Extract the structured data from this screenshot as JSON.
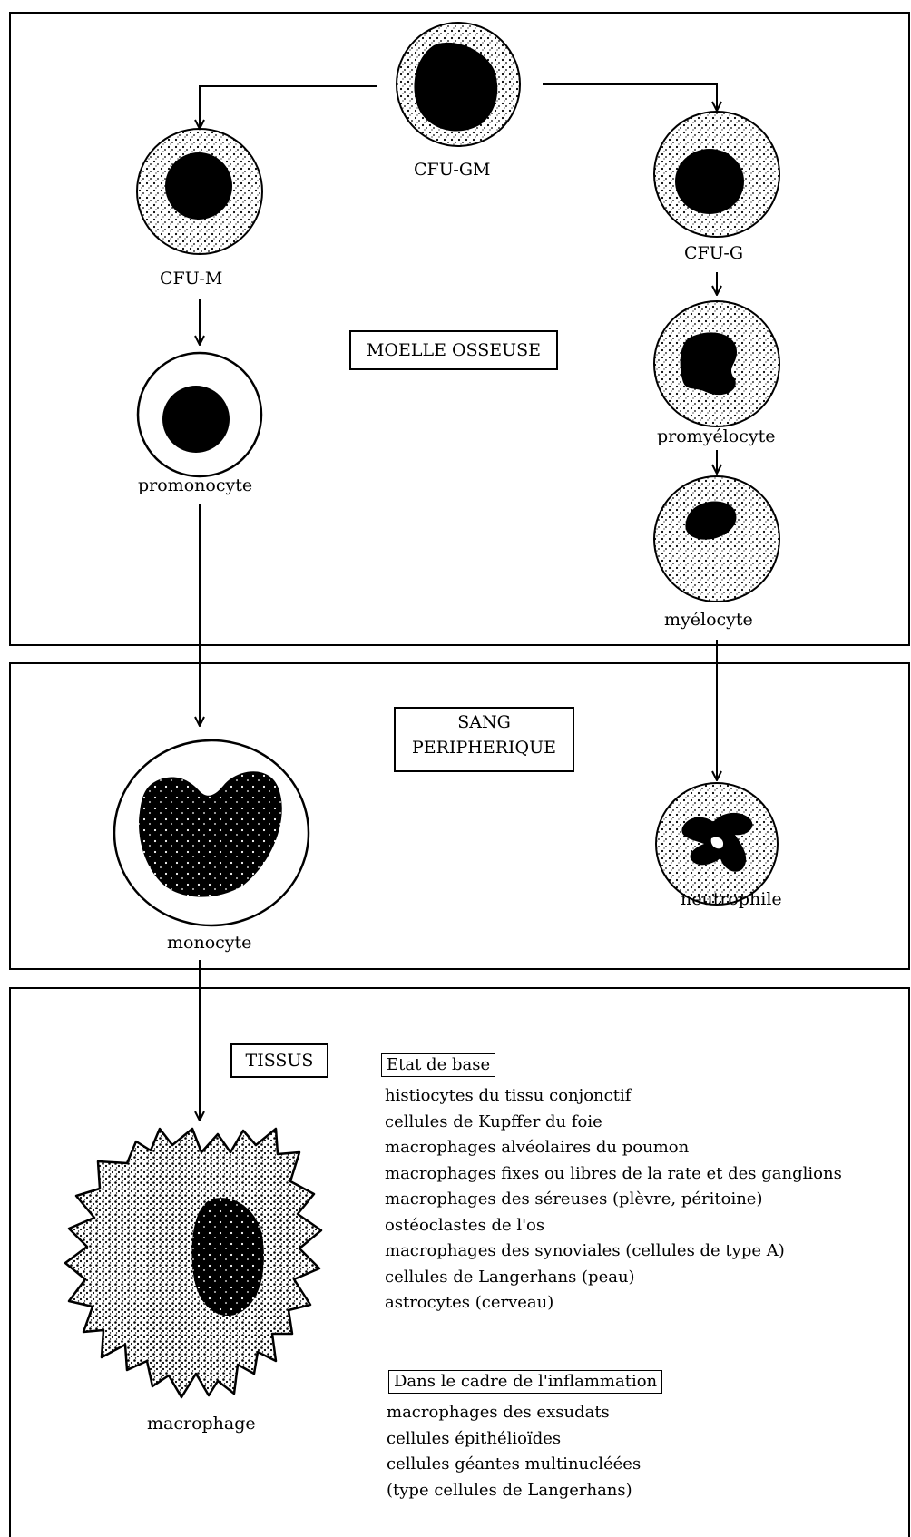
{
  "sections": {
    "bone_marrow": "MOELLE OSSEUSE",
    "blood_line1": "SANG",
    "blood_line2": "PERIPHERIQUE",
    "tissue": "TISSUS"
  },
  "cells": {
    "cfu_gm": "CFU-GM",
    "cfu_m": "CFU-M",
    "cfu_g": "CFU-G",
    "promonocyte": "promonocyte",
    "promyelocyte": "promyélocyte",
    "myelocyte": "myélocyte",
    "monocyte": "monocyte",
    "neutrophile": "neutrophile",
    "macrophage": "macrophage"
  },
  "baseline": {
    "title": "Etat de base",
    "items": [
      "histiocytes du tissu conjonctif",
      "cellules de Kupffer du foie",
      "macrophages alvéolaires du poumon",
      "macrophages fixes ou libres de la rate et des ganglions",
      "macrophages des séreuses (plèvre, péritoine)",
      "ostéoclastes de l'os",
      "macrophages des synoviales (cellules de type A)",
      "cellules de Langerhans (peau)",
      "astrocytes (cerveau)"
    ]
  },
  "inflammation": {
    "title": "Dans le cadre de l'inflammation",
    "items": [
      "macrophages des exsudats",
      "cellules épithélioïdes",
      "cellules géantes multinucléées",
      "(type cellules de Langerhans)"
    ]
  }
}
